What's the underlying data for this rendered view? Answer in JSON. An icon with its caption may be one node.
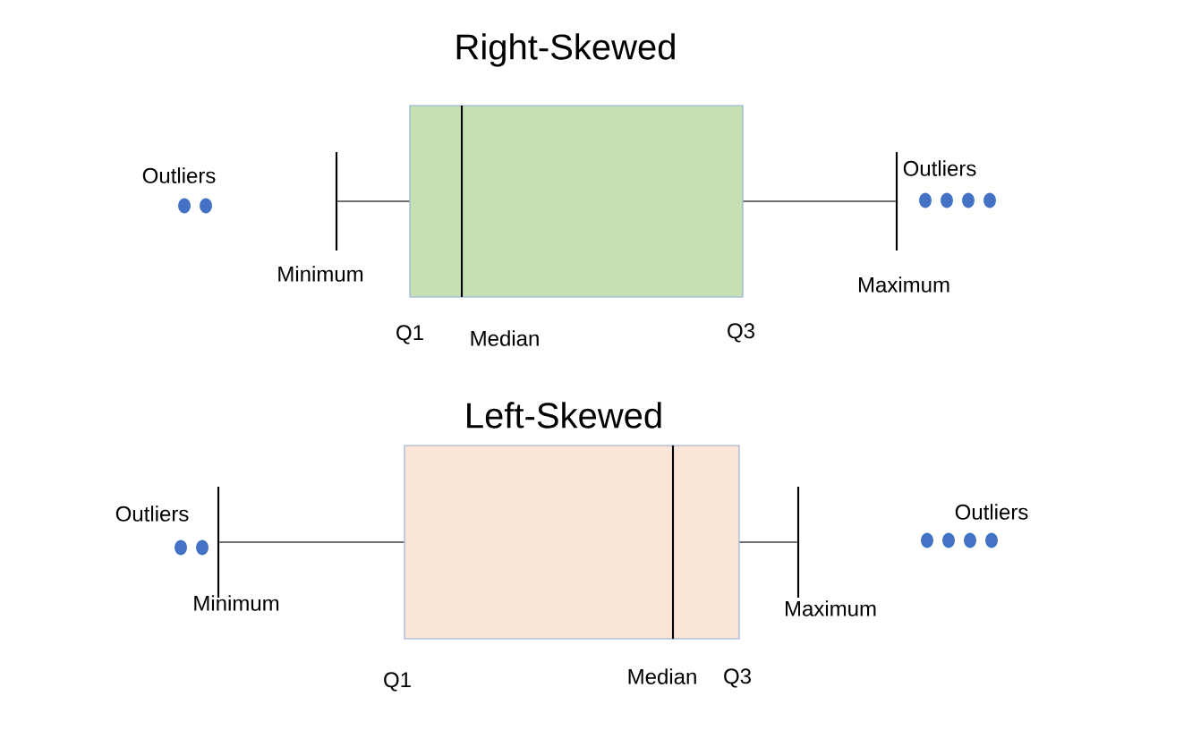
{
  "diagram": {
    "nodes": [
      {
        "text": [
          "Right-Skewed"
        ]
      },
      {
        "text": [],
        "shape": "bar"
      },
      {
        "text": [],
        "shape": "bar"
      },
      {
        "text": [
          "Left-Skewed"
        ]
      },
      {
        "text": [],
        "shape": "bar"
      },
      {
        "text": [],
        "shape": "bar"
      }
    ],
    "edges": [
      {
        "from": 1,
        "to": 0,
        "arrow": "none"
      },
      {
        "from": 0,
        "to": 2,
        "arrow": "none"
      },
      {
        "from": 4,
        "to": 3,
        "arrow": "none"
      },
      {
        "from": 3,
        "to": 5,
        "arrow": "none"
      }
    ],
    "labels": [
      "Outliers",
      "Outliers",
      "Minimum",
      "Maximum",
      "Q1",
      "Median",
      "Q3",
      "Outliers",
      "Outliers",
      "Minimum",
      "Maximum",
      "Q1",
      "Median",
      "Q3"
    ]
  }
}
